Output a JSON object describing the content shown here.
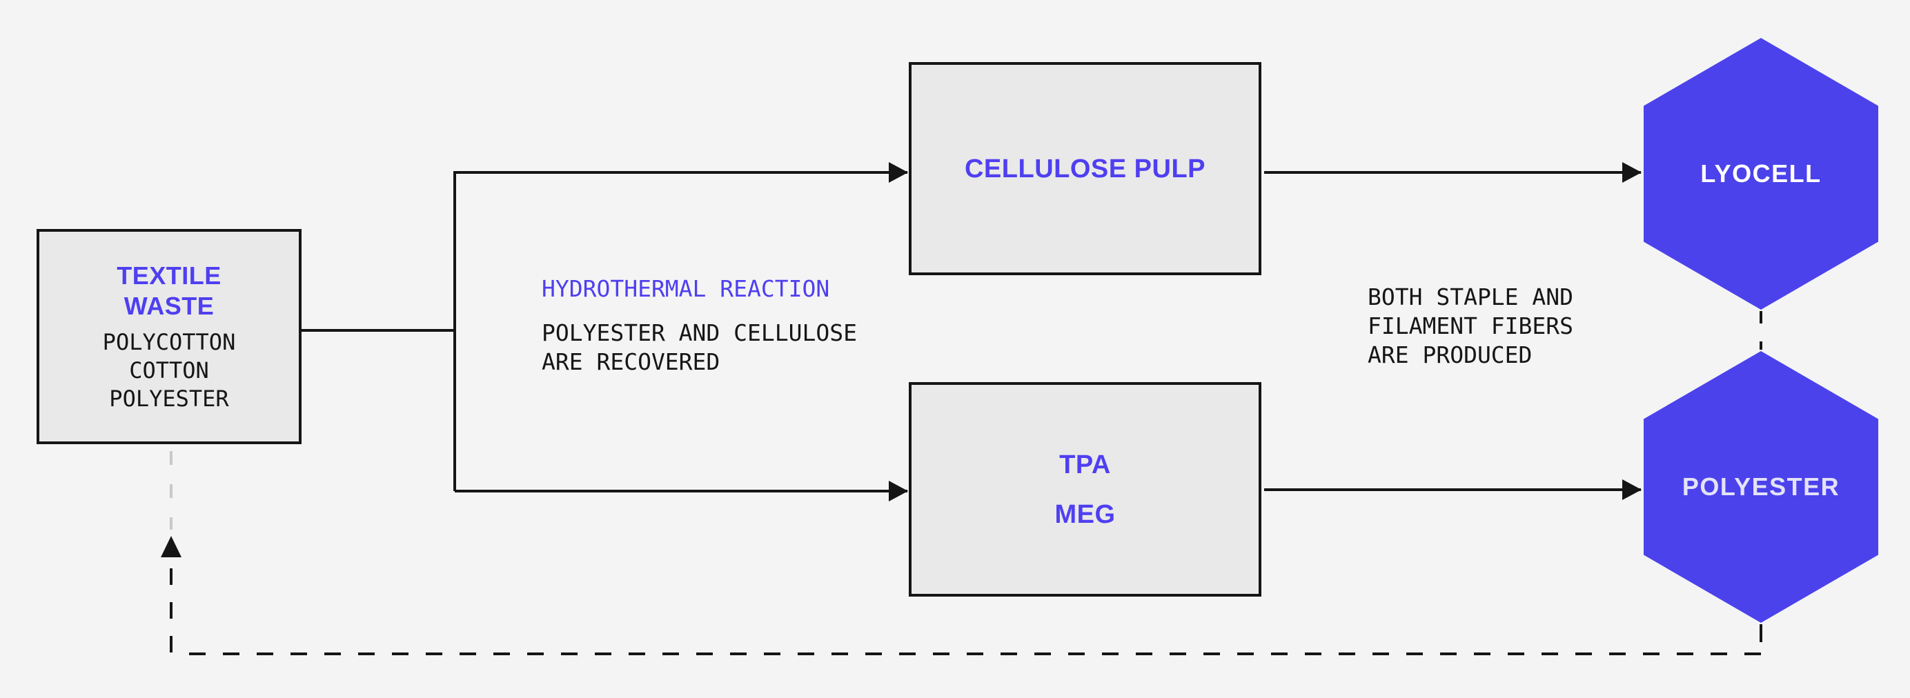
{
  "diagram": {
    "nodes": {
      "textile_waste": {
        "title_lines": [
          "TEXTILE",
          "WASTE"
        ],
        "materials": [
          "POLYCOTTON",
          "COTTON",
          "POLYESTER"
        ]
      },
      "cellulose_pulp": {
        "label": "CELLULOSE PULP"
      },
      "tpa_meg": {
        "lines": [
          "TPA",
          "MEG"
        ]
      },
      "lyocell": {
        "label": "LYOCELL"
      },
      "polyester": {
        "label": "POLYESTER"
      }
    },
    "annotations": {
      "hydrothermal": {
        "title": "HYDROTHERMAL REACTION",
        "body_lines": [
          "POLYESTER AND CELLULOSE",
          "ARE RECOVERED"
        ]
      },
      "fibers": {
        "lines": [
          "BOTH STAPLE AND",
          "FILAMENT FIBERS",
          "ARE PRODUCED"
        ]
      }
    }
  },
  "colors": {
    "background": "#f4f4f4",
    "box_fill": "#e9e9e9",
    "box_border": "#151515",
    "line": "#151515",
    "accent_text": "#4f3ff0",
    "hexagon_fill": "#4b42ec",
    "hexagon_text": "#ffffff",
    "polyester_text": "#e4e2f8",
    "faded_dash": "#c9c9c9"
  }
}
